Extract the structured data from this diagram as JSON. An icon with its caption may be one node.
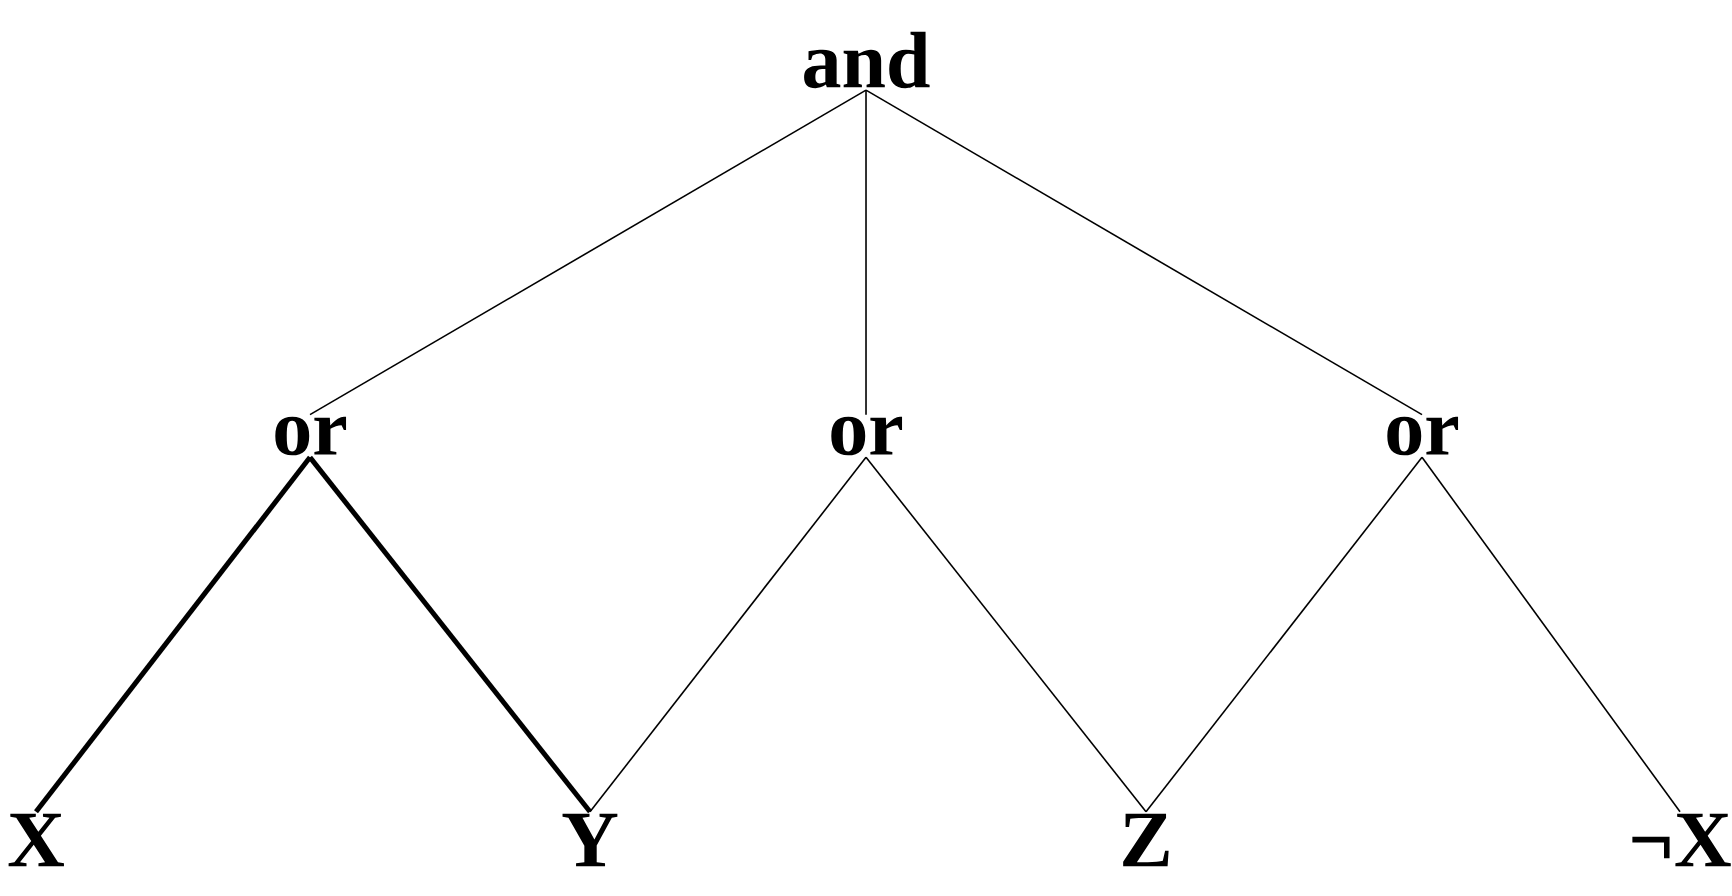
{
  "diagram": {
    "nodes": [
      {
        "text": [
          "and"
        ]
      },
      {
        "text": [
          "or"
        ]
      },
      {
        "text": [
          "or"
        ]
      },
      {
        "text": [
          "or"
        ]
      },
      {
        "text": [
          "X"
        ]
      },
      {
        "text": [
          "Y"
        ]
      },
      {
        "text": [
          "Z"
        ]
      },
      {
        "text": [
          "¬X"
        ]
      }
    ],
    "edges": [
      {
        "from": 0,
        "to": 1,
        "arrow": "none"
      },
      {
        "from": 0,
        "to": 2,
        "arrow": "none"
      },
      {
        "from": 0,
        "to": 3,
        "arrow": "none"
      },
      {
        "from": 1,
        "to": 4,
        "arrow": "none",
        "style": "thick"
      },
      {
        "from": 1,
        "to": 5,
        "arrow": "none",
        "style": "thick"
      },
      {
        "from": 2,
        "to": 5,
        "arrow": "none"
      },
      {
        "from": 2,
        "to": 6,
        "arrow": "none"
      },
      {
        "from": 3,
        "to": 6,
        "arrow": "none"
      },
      {
        "from": 3,
        "to": 7,
        "arrow": "none"
      }
    ]
  }
}
